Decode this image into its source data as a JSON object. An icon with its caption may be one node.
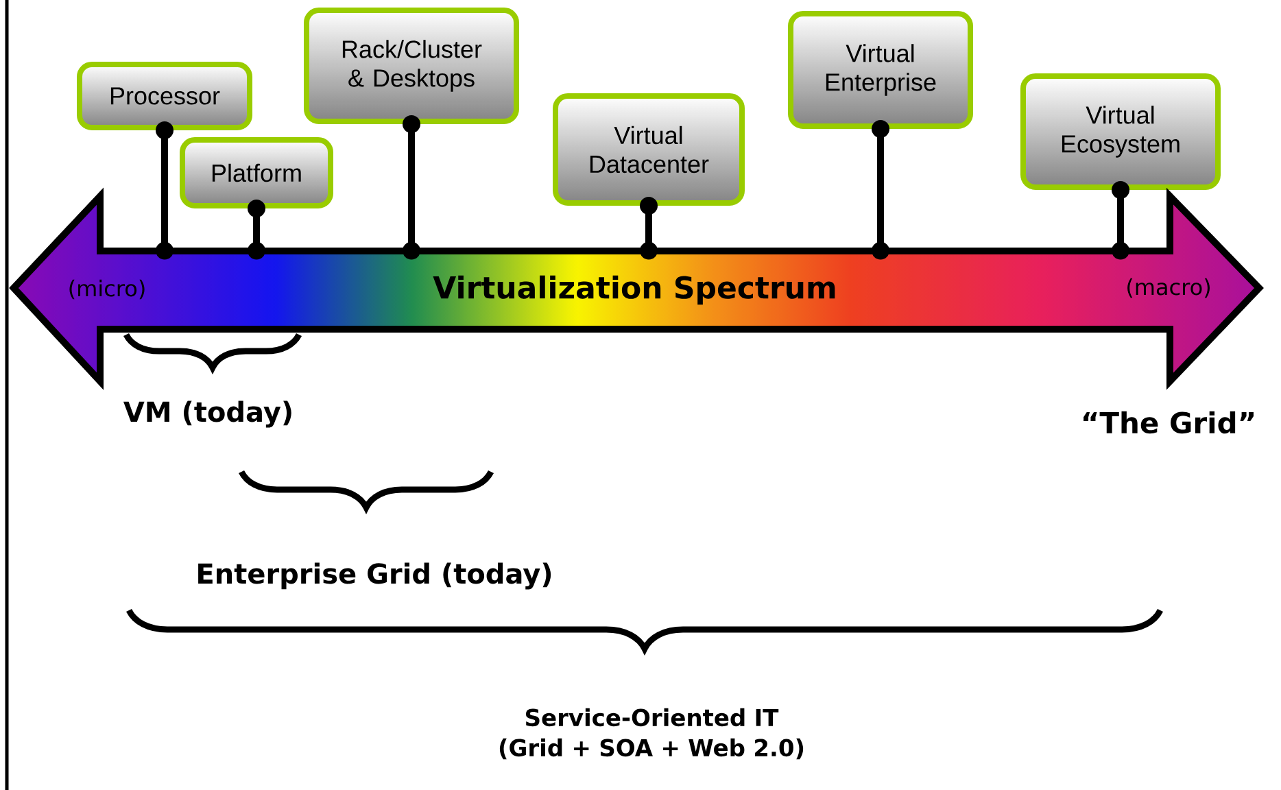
{
  "diagram": {
    "nodes": [
      {
        "text": [
          "Processor"
        ]
      },
      {
        "text": [
          "Platform"
        ]
      },
      {
        "text": [
          "Rack/Cluster & Desktops"
        ]
      },
      {
        "text": [
          "Virtual Datacenter"
        ]
      },
      {
        "text": [
          "Virtual Enterprise"
        ]
      },
      {
        "text": [
          "Virtual Ecosystem"
        ]
      },
      {
        "text": [
          "(micro)",
          "Virtualization Spectrum",
          "(macro)"
        ]
      }
    ],
    "edges": [
      {
        "from": 0,
        "to": 6,
        "arrow": "other"
      },
      {
        "from": 1,
        "to": 6,
        "arrow": "other"
      },
      {
        "from": 2,
        "to": 6,
        "arrow": "other"
      },
      {
        "from": 3,
        "to": 6,
        "arrow": "other"
      },
      {
        "from": 4,
        "to": 6,
        "arrow": "other"
      },
      {
        "from": 5,
        "to": 6,
        "arrow": "other"
      }
    ],
    "labels": [
      "VM (today)",
      "“The Grid”",
      "Enterprise Grid (today)",
      "Service-Oriented IT (Grid + SOA + Web 2.0)"
    ]
  }
}
